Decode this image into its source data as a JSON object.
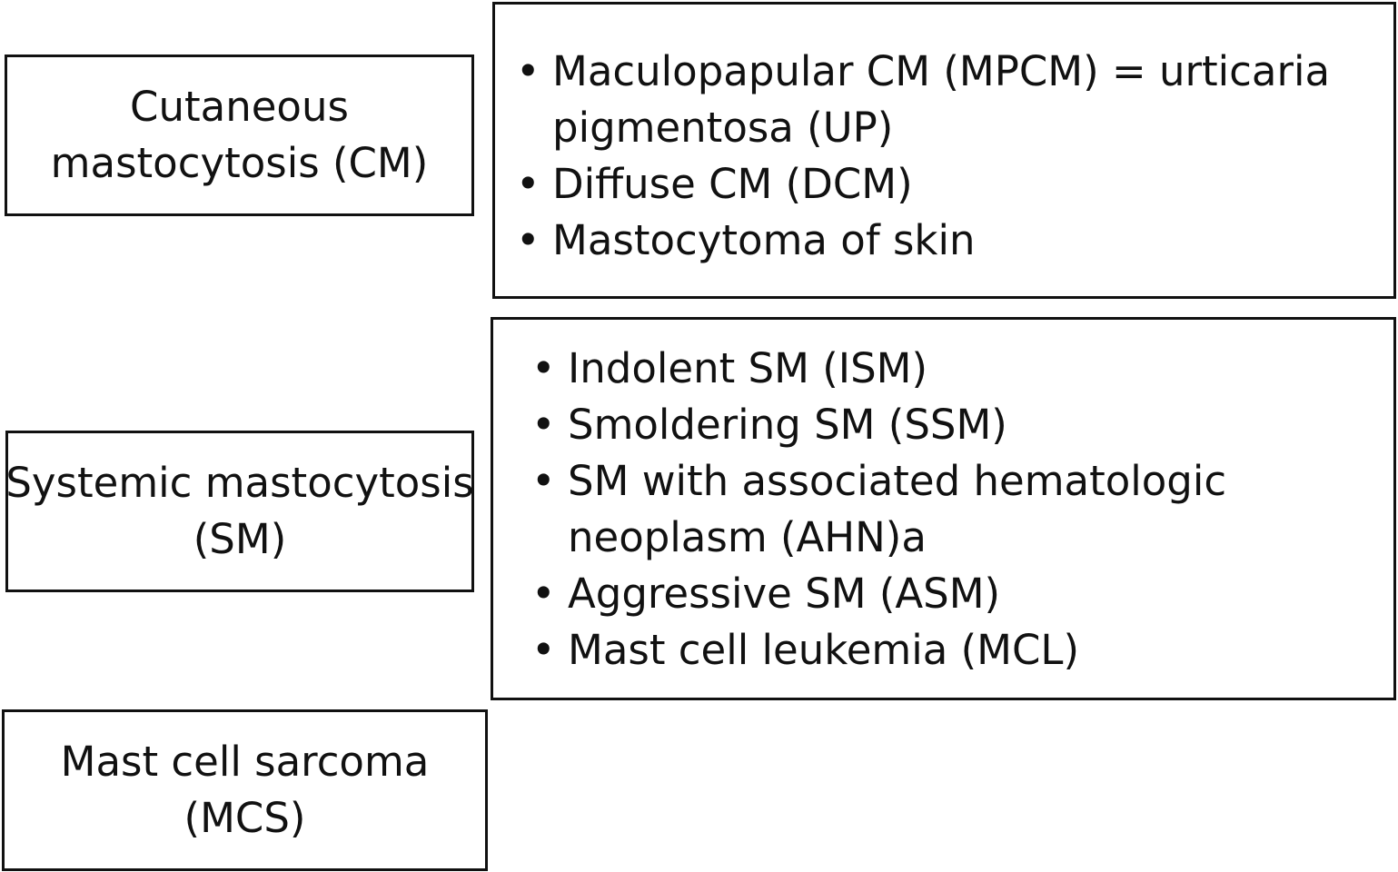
{
  "categories": {
    "cm": {
      "line1": "Cutaneous",
      "line2": "mastocytosis (CM)"
    },
    "sm": {
      "line1": "Systemic mastocytosis",
      "line2": "(SM)"
    },
    "mcs": {
      "line1": "Mast cell sarcoma",
      "line2": "(MCS)"
    }
  },
  "bullet_char": "•",
  "cm_subtypes": [
    {
      "line1": "Maculopapular CM (MPCM) = urticaria",
      "line2": "pigmentosa (UP)"
    },
    {
      "line1": "Diffuse CM (DCM)"
    },
    {
      "line1": "Mastocytoma of skin"
    }
  ],
  "sm_subtypes": [
    {
      "line1": "Indolent SM (ISM)"
    },
    {
      "line1": "Smoldering SM (SSM)"
    },
    {
      "line1": "SM with associated hematologic",
      "line2": "neoplasm (AHN)a"
    },
    {
      "line1": "Aggressive SM (ASM)"
    },
    {
      "line1": "Mast cell leukemia (MCL)"
    }
  ]
}
